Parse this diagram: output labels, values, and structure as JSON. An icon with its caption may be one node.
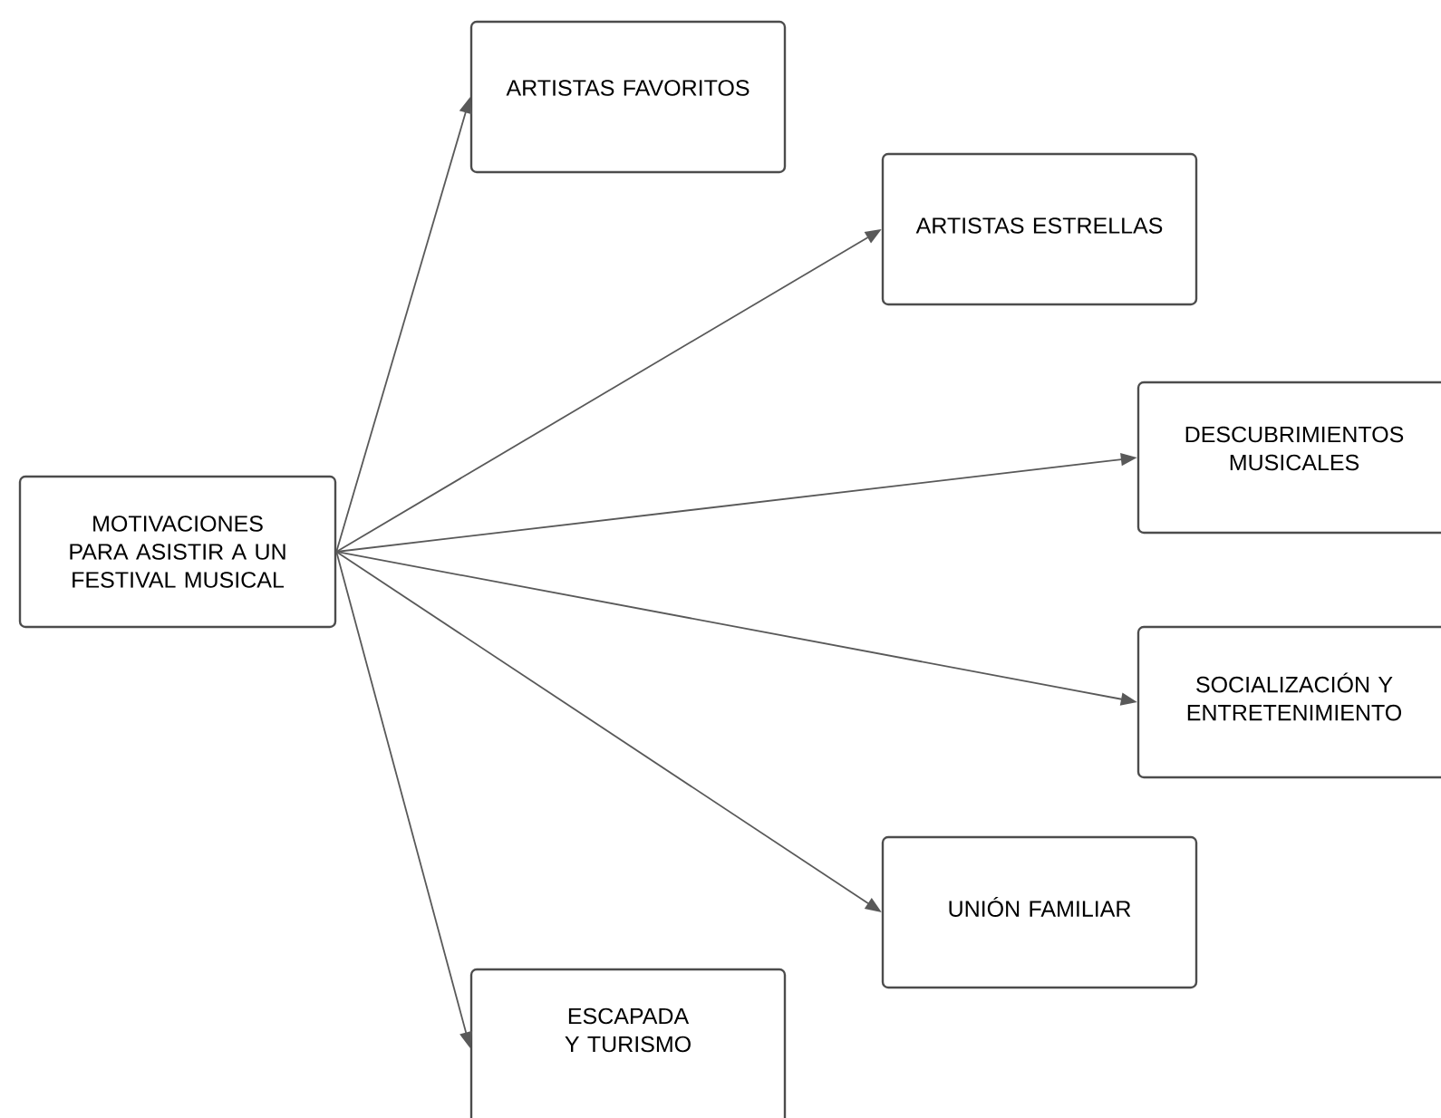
{
  "diagram": {
    "nodes": [
      {
        "text": [
          "MOTIVACIONES PARA ASISTIR A UN FESTIVAL MUSICAL"
        ]
      },
      {
        "text": [
          "ARTISTAS FAVORITOS"
        ]
      },
      {
        "text": [
          "ARTISTAS ESTRELLAS"
        ]
      },
      {
        "text": [
          "DESCUBRIMIENTOS MUSICALES"
        ]
      },
      {
        "text": [
          "SOCIALIZACIÓN Y ENTRETENIMIENTO"
        ]
      },
      {
        "text": [
          "UNIÓN FAMILIAR"
        ]
      },
      {
        "text": [
          "ESCAPADA Y TURISMO"
        ]
      }
    ],
    "edges": [
      {
        "from": 0,
        "to": 1,
        "arrow": "to"
      },
      {
        "from": 0,
        "to": 2,
        "arrow": "to"
      },
      {
        "from": 0,
        "to": 3,
        "arrow": "to"
      },
      {
        "from": 0,
        "to": 4,
        "arrow": "to"
      },
      {
        "from": 0,
        "to": 5,
        "arrow": "to"
      },
      {
        "from": 0,
        "to": 6,
        "arrow": "to"
      }
    ]
  }
}
